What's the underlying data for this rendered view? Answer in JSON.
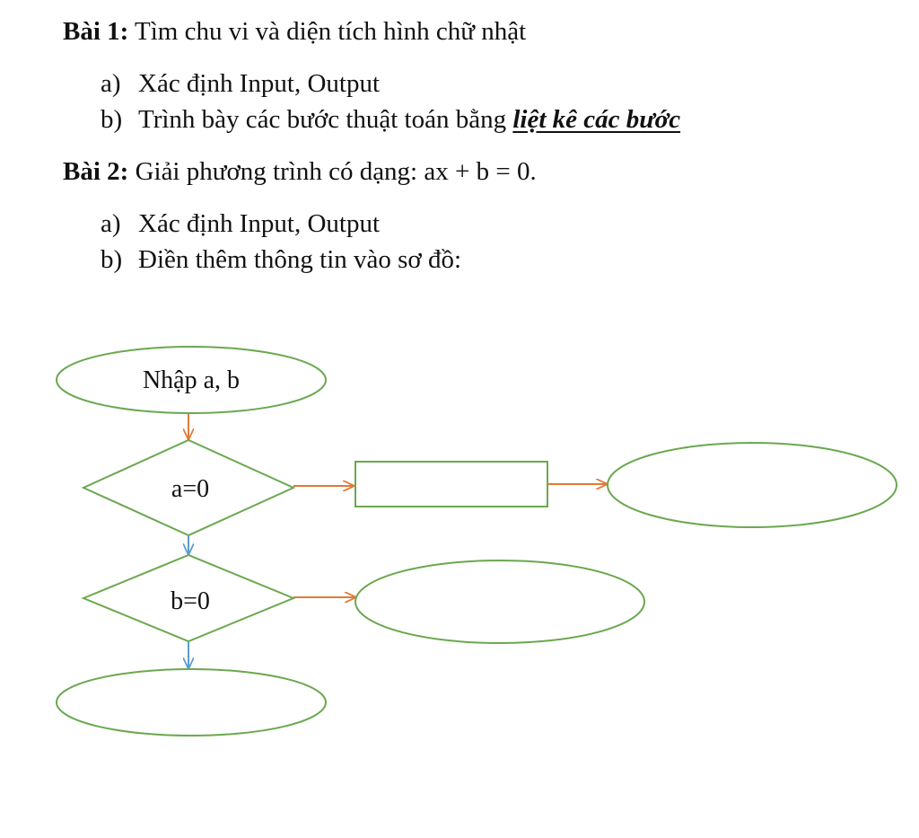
{
  "exercise1": {
    "label": "Bài 1:",
    "title": " Tìm chu vi và diện tích hình chữ nhật",
    "items": [
      {
        "marker": "a)",
        "text": "Xác định Input, Output"
      },
      {
        "marker": "b)",
        "text": "Trình bày các bước thuật toán bằng ",
        "emphasis": "liệt kê các bước"
      }
    ]
  },
  "exercise2": {
    "label": "Bài 2:",
    "title": " Giải phương trình có dạng: ax + b = 0.",
    "items": [
      {
        "marker": "a)",
        "text": "Xác định Input, Output"
      },
      {
        "marker": "b)",
        "text": "Điền thêm thông tin vào sơ đồ:"
      }
    ]
  },
  "flowchart": {
    "start_label": "Nhập a, b",
    "condition1": "a=0",
    "condition2": "b=0",
    "shape_stroke": "#6aa84f",
    "arrow_orange": "#e07b39",
    "arrow_blue": "#5b9bd5"
  }
}
